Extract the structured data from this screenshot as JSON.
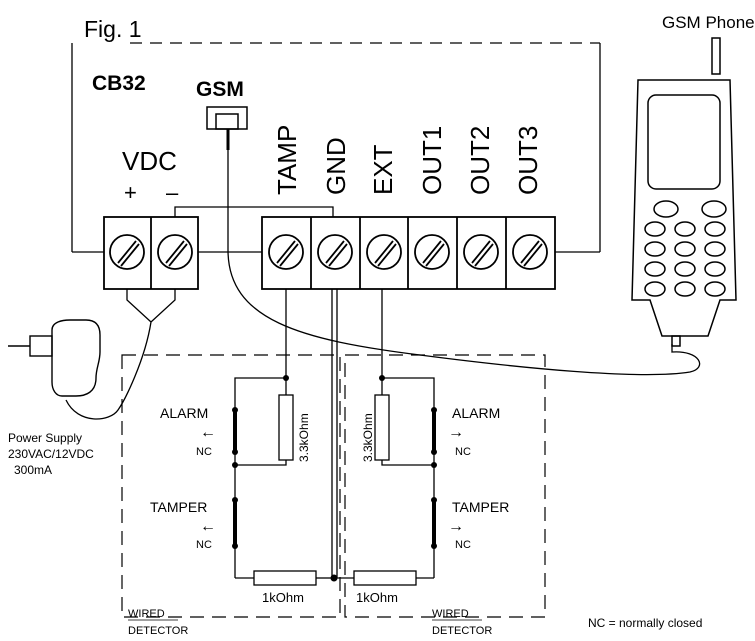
{
  "figure": {
    "fig_label": "Fig. 1",
    "board_label": "CB32",
    "gsm_module_label": "GSM",
    "phone_label": "GSM Phone"
  },
  "power": {
    "vdc_label": "VDC",
    "plus": "+",
    "minus": "–",
    "supply_line1": "Power Supply",
    "supply_line2": "230VAC/12VDC",
    "supply_line3": "300mA"
  },
  "terminals": [
    "TAMP",
    "GND",
    "EXT",
    "OUT1",
    "OUT2",
    "OUT3"
  ],
  "detectors": {
    "left": {
      "alarm": "ALARM",
      "alarm_nc": "NC",
      "tamper": "TAMPER",
      "tamper_nc": "NC",
      "resistor_alarm": "3.3kOhm",
      "resistor_series": "1kOhm",
      "caption_line1": "WIRED",
      "caption_line2": "DETECTOR"
    },
    "right": {
      "alarm": "ALARM",
      "alarm_nc": "NC",
      "tamper": "TAMPER",
      "tamper_nc": "NC",
      "resistor_alarm": "3.3kOhm",
      "resistor_series": "1kOhm",
      "caption_line1": "WIRED",
      "caption_line2": "DETECTOR"
    }
  },
  "legend": {
    "nc_note": "NC = normally closed"
  }
}
